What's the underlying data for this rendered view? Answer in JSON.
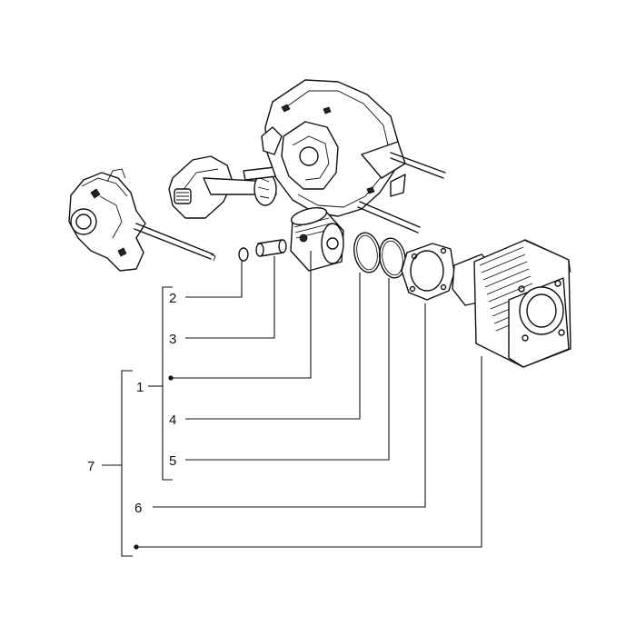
{
  "callouts": [
    {
      "id": "2",
      "text": "2"
    },
    {
      "id": "3",
      "text": "3"
    },
    {
      "id": "1",
      "text": "1"
    },
    {
      "id": "4",
      "text": "4"
    },
    {
      "id": "5",
      "text": "5"
    },
    {
      "id": "6",
      "text": "6"
    },
    {
      "id": "7",
      "text": "7"
    }
  ],
  "icons": [
    "engine-crankcase-half-icon",
    "crankshaft-icon",
    "crankcase-cover-icon",
    "piston-pin-clip-icon",
    "piston-pin-icon",
    "piston-icon",
    "piston-ring-icon",
    "cylinder-gasket-icon",
    "cylinder-icon"
  ]
}
